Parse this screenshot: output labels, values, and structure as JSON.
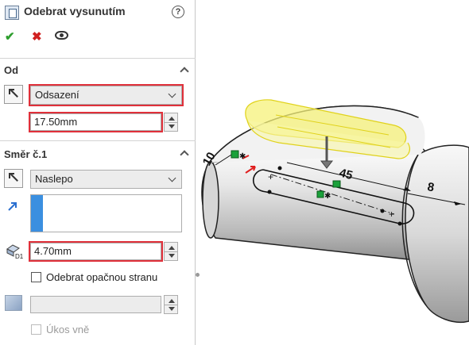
{
  "panel": {
    "title": "Odebrat vysunutím",
    "help_icon_text": "?",
    "ok_icon": "check-icon",
    "cancel_icon": "close-icon",
    "preview_icon": "eye-icon",
    "from_section": {
      "title": "Od",
      "start_condition": "Odsazení",
      "offset_value": "17.50mm"
    },
    "direction1_section": {
      "title": "Směr č.1",
      "end_condition": "Naslepo",
      "depth_value": "4.70mm",
      "flip_side_label": "Odebrat opačnou stranu",
      "flip_side_checked": false,
      "draft_value": "",
      "draft_outward_label": "Úkos vně",
      "draft_outward_checked": false
    }
  },
  "viewport": {
    "dimensions": [
      "10",
      "45",
      "8"
    ],
    "colors": {
      "preview_fill": "#f6f27a",
      "preview_edge": "#e0d21a",
      "sketch_line": "#111111",
      "handle_green": "#1aa13a",
      "arrow_red": "#e02020"
    }
  }
}
